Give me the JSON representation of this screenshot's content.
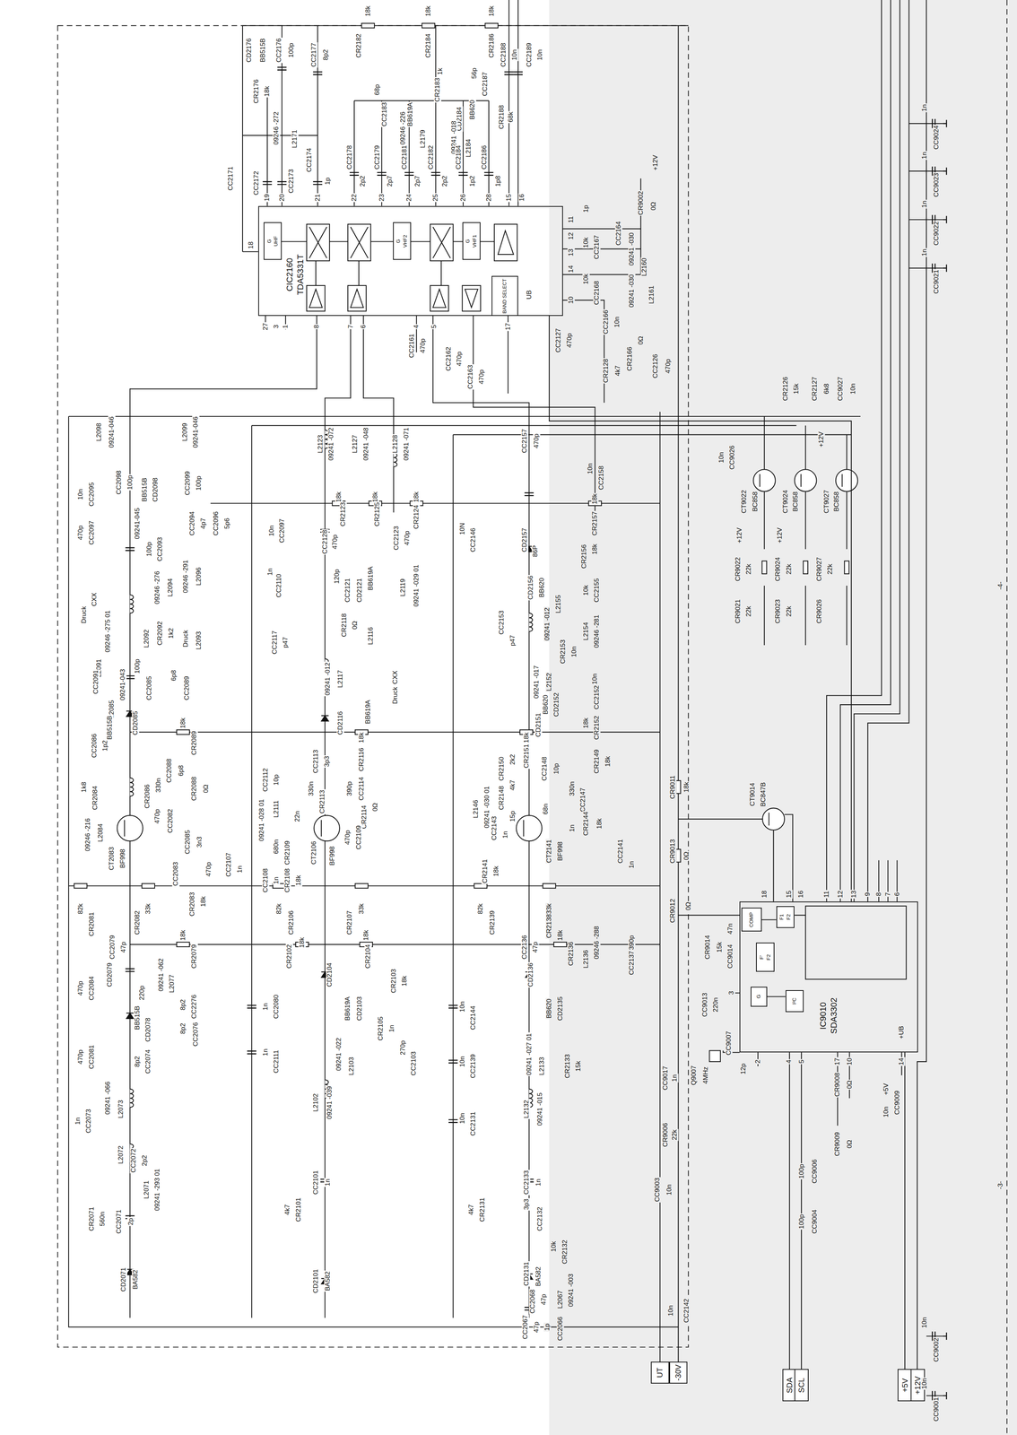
{
  "diagram": {
    "nodes": [
      {
        "text": [
          "CIC2160",
          "TDA5331T"
        ]
      },
      {
        "text": [
          "G",
          "UHF"
        ],
        "in": 0
      },
      {
        "text": [
          "G",
          "VHF2"
        ],
        "in": 0
      },
      {
        "text": [
          "G",
          "VHF1"
        ],
        "in": 0
      },
      {
        "text": [
          "BAND SELECT"
        ],
        "in": 0
      },
      {
        "text": [
          "IC9010",
          "SDA3302"
        ]
      },
      {
        "text": [
          "G"
        ],
        "in": 5
      },
      {
        "text": [
          "COMP"
        ],
        "in": 5
      },
      {
        "text": [
          "F'",
          "F2"
        ],
        "in": 5
      },
      {
        "text": [
          "F1",
          "F2"
        ],
        "in": 5
      },
      {
        "text": [
          "I²C"
        ],
        "in": 5
      },
      {
        "text": [
          "UT"
        ]
      },
      {
        "text": [
          "-30V"
        ]
      },
      {
        "text": [
          "SDA"
        ]
      },
      {
        "text": [
          "SCL"
        ]
      },
      {
        "text": [
          "+5V"
        ]
      },
      {
        "text": [
          "+12V"
        ]
      }
    ],
    "edges": [
      {
        "from": 13,
        "to": 5,
        "arrow": "none"
      },
      {
        "from": 14,
        "to": 5,
        "arrow": "none"
      },
      {
        "from": 15,
        "to": 5,
        "arrow": "none"
      },
      {
        "from": 5,
        "to": 0,
        "arrow": "none"
      },
      {
        "from": 12,
        "to": 5,
        "arrow": "none"
      }
    ],
    "labels": [
      "CD2176",
      "BB515B",
      "CR2176",
      "18k",
      "CC2176",
      "100p",
      "CC2177",
      "8p2",
      "CR2182",
      "18k",
      "CR2184",
      "18k",
      "CR2186",
      "18k",
      "CC2188",
      "10n",
      "CC2189",
      "10n",
      "68p",
      "CC2183",
      "BB619A",
      "CR2183",
      "1k",
      "L2179",
      "09246 -226",
      "CD2184",
      "BB620",
      "56p",
      "CC2187",
      "CR2188",
      "68k",
      "L2171",
      "09246 -272",
      "L2184",
      "09241 -018",
      "CC2171",
      "CC2172",
      "CC2173",
      "CC2174",
      "1p",
      "CC2178",
      "2p2",
      "CC2179",
      "2p7",
      "CC2181",
      "2p7",
      "CC2182",
      "2p2",
      "CC2184",
      "1p2",
      "CC2186",
      "1p8",
      "18",
      "19",
      "20",
      "21",
      "22",
      "23",
      "24",
      "25",
      "26",
      "28",
      "15",
      "16",
      "11",
      "12",
      "13",
      "14",
      "10",
      "17",
      "4",
      "5",
      "6",
      "7",
      "8",
      "1",
      "3",
      "27",
      "UB",
      "+12V",
      "CR9002",
      "0Ω",
      "1p",
      "10k",
      "CC2167",
      "CC2164",
      "L2160",
      "09241 -030",
      "10k",
      "CC2168",
      "L2161",
      "09241 -030",
      "CC2166",
      "10n",
      "CR2166",
      "0Ω",
      "CR2128",
      "4k7",
      "CC2127",
      "470p",
      "CC2126",
      "470p",
      "CC2161",
      "470p",
      "CC2162",
      "470p",
      "CC2163",
      "470p",
      "CR2126",
      "15k",
      "CR2127",
      "6k8",
      "CC9027",
      "10n",
      "CT9022",
      "BC858",
      "CT9024",
      "BC858",
      "CT9027",
      "BC858",
      "+12V",
      "+12V",
      "+12V",
      "CC9026",
      "10n",
      "CR9022",
      "22k",
      "CR9024",
      "22k",
      "CR9027",
      "22k",
      "CR9021",
      "22k",
      "CR9023",
      "22k",
      "CR9026",
      "CT9014",
      "BC847B",
      "CR9011",
      "18k",
      "CR9013",
      "0Ω",
      "CR9012",
      "0Ω",
      "CC2141",
      "1n",
      "CR9014",
      "15k",
      "CC9014",
      "47n",
      "CC9013",
      "220n",
      "CC9007",
      "12p",
      "Q9007",
      "4MHz",
      "CC9017",
      "1n",
      "CR9006",
      "22k",
      "CR9008",
      "0Ω",
      "CR9009",
      "0Ω",
      "CC9009",
      "10n",
      "CC9006",
      "100p",
      "CC9004",
      "100p",
      "CC9003",
      "10n",
      "CC2142",
      "10n",
      "CC9024",
      "1n",
      "CC9023",
      "1n",
      "CC9022",
      "1n",
      "CC9021",
      "1n",
      "CC9002",
      "10n",
      "CC9001",
      "10n",
      "-4-",
      "-3-",
      "18",
      "15",
      "16",
      "11",
      "12",
      "13",
      "9",
      "8",
      "7",
      "6",
      "3",
      "2",
      "4",
      "5",
      "17",
      "10",
      "14",
      "+UB",
      "+5V",
      "L2098",
      "09241-046",
      "CC2098",
      "100p",
      "10n",
      "CC2095",
      "470p",
      "CC2097",
      "L2099",
      "09241-046",
      "CC2099",
      "100p",
      "BB515B",
      "CD2098",
      "09241-045",
      "CC2093",
      "100p",
      "CC2094",
      "4p7",
      "CC2096",
      "5p6",
      "L2094",
      "09246 -276",
      "L2096",
      "09246 -291",
      "CR2092",
      "1k2",
      "L2093",
      "Druck",
      "L2092",
      "09246 -275 01",
      "L2091",
      "CXX",
      "Druck",
      "CC2091",
      "L2085",
      "09241-043",
      "100p",
      "CC2085",
      "6p8",
      "CC2089",
      "BB515B",
      "CD2085",
      "18k",
      "CR2089",
      "CC2086",
      "1p2",
      "CC2088",
      "6p8",
      "CR2088",
      "0Ω",
      "330n",
      "CR2086",
      "1k8",
      "CR2084",
      "L2084",
      "09246 -216",
      "470p",
      "CC2082",
      "CT2083",
      "BF998",
      "CC2085",
      "3n3",
      "470p",
      "CC2083",
      "18k",
      "CR2083",
      "1n",
      "CC2107",
      "82k",
      "CR2081",
      "CR2082",
      "33k",
      "CC2079",
      "47p",
      "18k",
      "CR2079",
      "CD2079",
      "220p",
      "L2077",
      "09241 -062",
      "8p2",
      "CC2276",
      "BB515B",
      "CD2078",
      "8p2",
      "CC2076",
      "470p",
      "CC2084",
      "470p",
      "CC2081",
      "8p2",
      "CC2074",
      "L2073",
      "09241 -066",
      "1n",
      "CC2073",
      "L2072",
      "CC2072",
      "2p2",
      "L2071",
      "09241 -293 01",
      "CC2071",
      "2p",
      "CR2071",
      "560n",
      "CD2071",
      "BA582",
      "L2123",
      "09241 -072",
      "L2127",
      "09241 -048",
      "L2128",
      "09241 -071",
      "18k",
      "CR2123",
      "18k",
      "CR2125",
      "18k",
      "CR2124",
      "10n",
      "CC2097",
      "470p",
      "CC2128",
      "470p",
      "CC2123",
      "120p",
      "CC2121",
      "BB619A",
      "CD2121",
      "L2119",
      "09241 -029 01",
      "1n",
      "CC2110",
      "p47",
      "CC2117",
      "CR2118",
      "0Ω",
      "L2116",
      "L2117",
      "09241 -012",
      "CXX",
      "Druck",
      "BB619A",
      "CD2116",
      "18k",
      "CR2116",
      "CC2113",
      "3p3",
      "CC2114",
      "390p",
      "330n",
      "CR2113",
      "0Ω",
      "CR2114",
      "CC2112",
      "10p",
      "L2111",
      "09241 -028 01",
      "22n",
      "680n",
      "CR2109",
      "470p",
      "CC2109",
      "CT2106",
      "BF998",
      "CC2108",
      "1n",
      "CR2108",
      "18k",
      "82k",
      "CR2106",
      "33k",
      "CR2107",
      "18k",
      "CR2102",
      "18k",
      "CR2104",
      "CD2104",
      "BB619A",
      "CD2103",
      "CR2103",
      "18k",
      "CR2105",
      "1n",
      "270p",
      "CC2103",
      "1n",
      "CC2080",
      "1n",
      "CC2111",
      "L2103",
      "09241 -022",
      "L2102",
      "09241 -039",
      "CC2101",
      "1n",
      "CR2101",
      "4k7",
      "CD2101",
      "BA582",
      "470p",
      "CC2157",
      "10n",
      "CC2158",
      "18k",
      "CR2157",
      "10N",
      "CC2146",
      "CD2157",
      "86P",
      "18k",
      "CR2156",
      "BB620",
      "CD2156",
      "10k",
      "CC2155",
      "L2155",
      "09241 -012",
      "L2154",
      "09246 -281",
      "CR2153",
      "10n",
      "CC2153",
      "p47",
      "L2152",
      "09241 -017",
      "10n",
      "CC2152",
      "BB620",
      "CD2152",
      "18k",
      "CR2152",
      "18k",
      "CR2151",
      "CD2151",
      "CC2148",
      "10p",
      "2k2",
      "CR2150",
      "4k7",
      "CR2148",
      "330n",
      "CC2147",
      "68n",
      "L2146",
      "09241 -030 01",
      "CR2149",
      "18k",
      "15p",
      "CC2143",
      "1n",
      "1n",
      "CT2141",
      "BF998",
      "CR2144",
      "18k",
      "CR2141",
      "18k",
      "82k",
      "CR2139",
      "33k",
      "CR2138",
      "CC2136",
      "47p",
      "18k",
      "CR2136",
      "09246 -288",
      "L2136",
      "390p",
      "CC2137",
      "CD2136",
      "BB620",
      "CD2135",
      "10n",
      "CC2144",
      "10n",
      "CC2139",
      "CR2133",
      "15k",
      "L2133",
      "09241 -027 01",
      "L2132",
      "09241 -015",
      "10n",
      "CC2131",
      "CC2133",
      "1n",
      "4k7",
      "CR2131",
      "CC2132",
      "3p3",
      "CD2131",
      "BA582",
      "10k",
      "CR2132",
      "CC2068",
      "47p",
      "L2067",
      "09241 -003",
      "CC2067",
      "47p",
      "1p",
      "CC2066"
    ]
  }
}
